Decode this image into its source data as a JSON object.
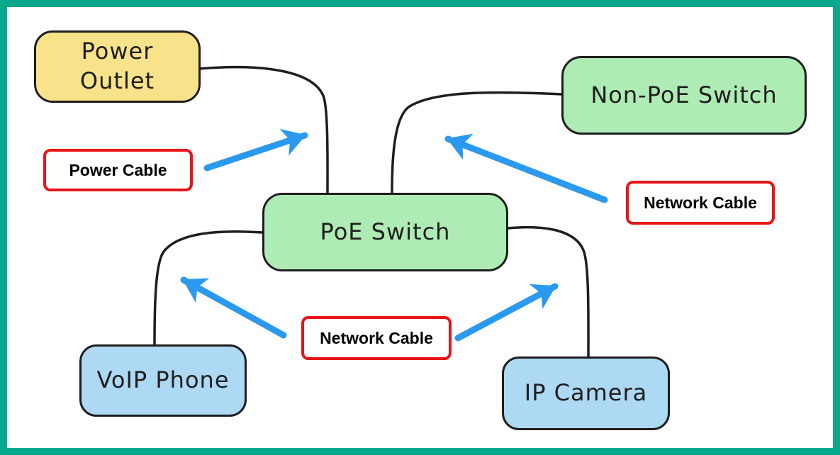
{
  "colors": {
    "frame": "#08A88C",
    "background": "#FFFFFF",
    "cable_stroke": "#1E1E1E",
    "arrow": "#2B99EE",
    "annotation_border": "#E81416",
    "node_yellow_fill": "#F9E38A",
    "node_green_fill": "#AFEBB4",
    "node_blue_fill": "#AED9F4"
  },
  "nodes": [
    {
      "id": "power-outlet",
      "label": "Power Outlet",
      "color": "#F9E38A"
    },
    {
      "id": "non-poe-switch",
      "label": "Non-PoE Switch",
      "color": "#AFEBB4"
    },
    {
      "id": "poe-switch",
      "label": "PoE Switch",
      "color": "#AFEBB4"
    },
    {
      "id": "voip-phone",
      "label": "VoIP Phone",
      "color": "#AED9F4"
    },
    {
      "id": "ip-camera",
      "label": "IP Camera",
      "color": "#AED9F4"
    }
  ],
  "annotations": [
    {
      "id": "power-cable",
      "label": "Power Cable"
    },
    {
      "id": "network-cable-right",
      "label": "Network Cable"
    },
    {
      "id": "network-cable-bottom",
      "label": "Network Cable"
    }
  ],
  "connections": [
    {
      "from": "power-outlet",
      "to": "poe-switch",
      "cable": "Power Cable"
    },
    {
      "from": "non-poe-switch",
      "to": "poe-switch",
      "cable": "Network Cable"
    },
    {
      "from": "poe-switch",
      "to": "voip-phone",
      "cable": "Network Cable"
    },
    {
      "from": "poe-switch",
      "to": "ip-camera",
      "cable": "Network Cable"
    }
  ]
}
